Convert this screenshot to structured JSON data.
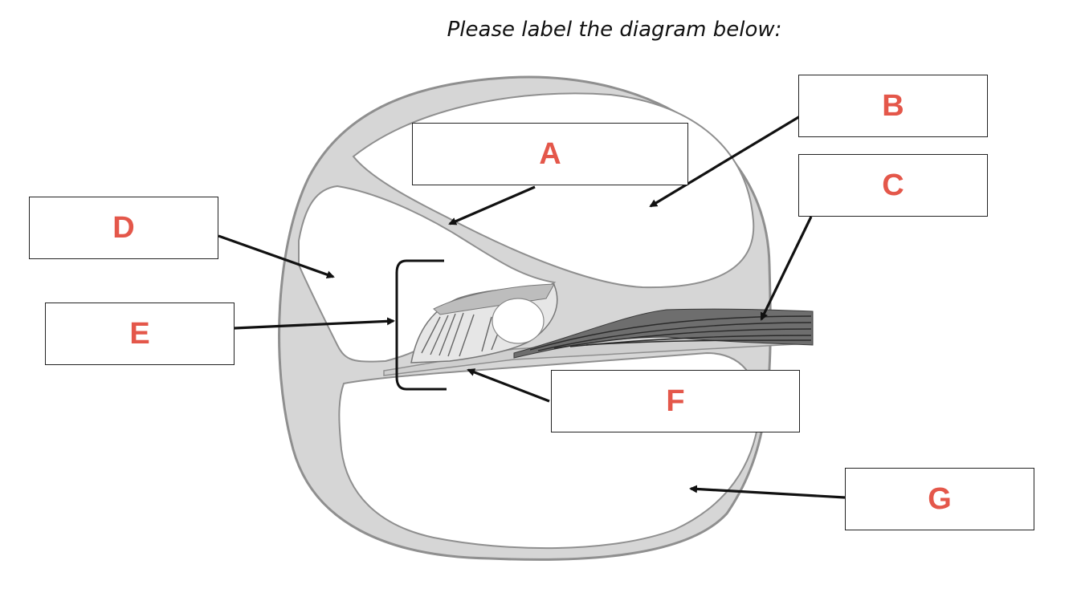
{
  "title": "Please label the diagram below:",
  "colors": {
    "tissue_fill": "#d6d6d6",
    "outline": "#8f8f8f",
    "letter": "#e4574a",
    "arrow": "#111111"
  },
  "labels": [
    {
      "id": "A",
      "letter": "A"
    },
    {
      "id": "B",
      "letter": "B"
    },
    {
      "id": "C",
      "letter": "C"
    },
    {
      "id": "D",
      "letter": "D"
    },
    {
      "id": "E",
      "letter": "E"
    },
    {
      "id": "F",
      "letter": "F"
    },
    {
      "id": "G",
      "letter": "G"
    }
  ]
}
